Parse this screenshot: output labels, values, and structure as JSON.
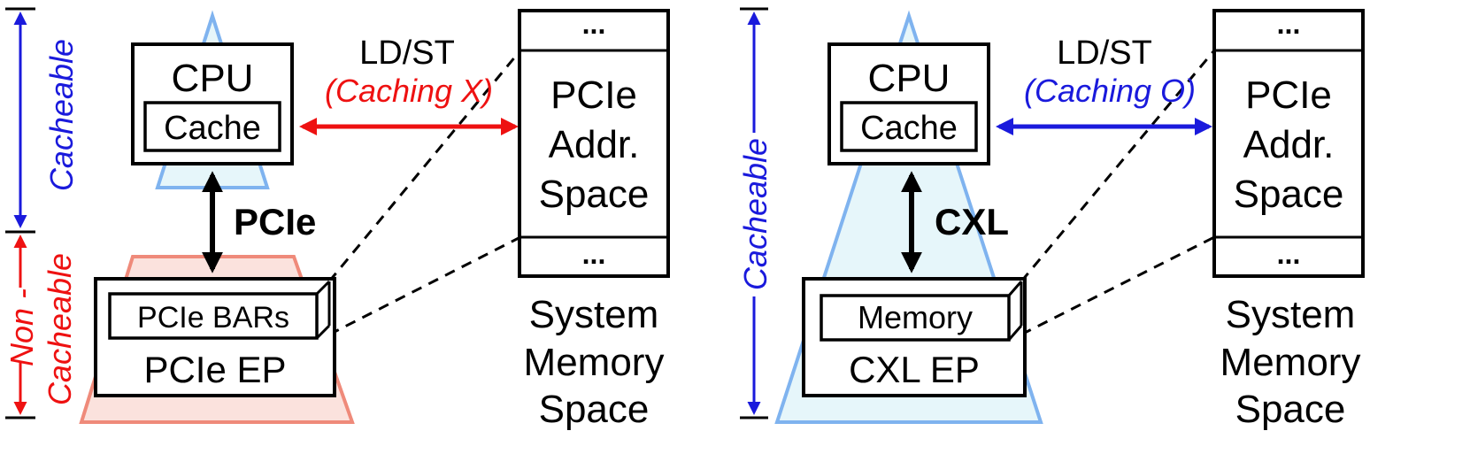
{
  "colors": {
    "red": "#ee1111",
    "blue": "#1a1adc",
    "black": "#000000",
    "blue_tri_stroke": "#7fb3ef",
    "blue_tri_fill": "#e6f6fa",
    "red_trap_stroke": "#ef8a7a",
    "red_trap_fill": "#fbe2dd"
  },
  "left": {
    "cpu": "CPU",
    "cache": "Cache",
    "link": "PCIe",
    "ldst": "LD/ST",
    "caching": "(Caching X)",
    "device_inner": "PCIe BARs",
    "device": "PCIe EP",
    "addr_space": [
      "PCIe",
      "Addr.",
      "Space"
    ],
    "ellipsis": "...",
    "sysmem": [
      "System",
      "Memory",
      "Space"
    ],
    "cacheable": "Cacheable",
    "noncacheable": [
      "Non -",
      "Cacheable"
    ]
  },
  "right": {
    "cpu": "CPU",
    "cache": "Cache",
    "link": "CXL",
    "ldst": "LD/ST",
    "caching": "(Caching O)",
    "device_inner": "Memory",
    "device": "CXL EP",
    "addr_space": [
      "PCIe",
      "Addr.",
      "Space"
    ],
    "ellipsis": "...",
    "sysmem": [
      "System",
      "Memory",
      "Space"
    ],
    "cacheable": "Cacheable"
  }
}
